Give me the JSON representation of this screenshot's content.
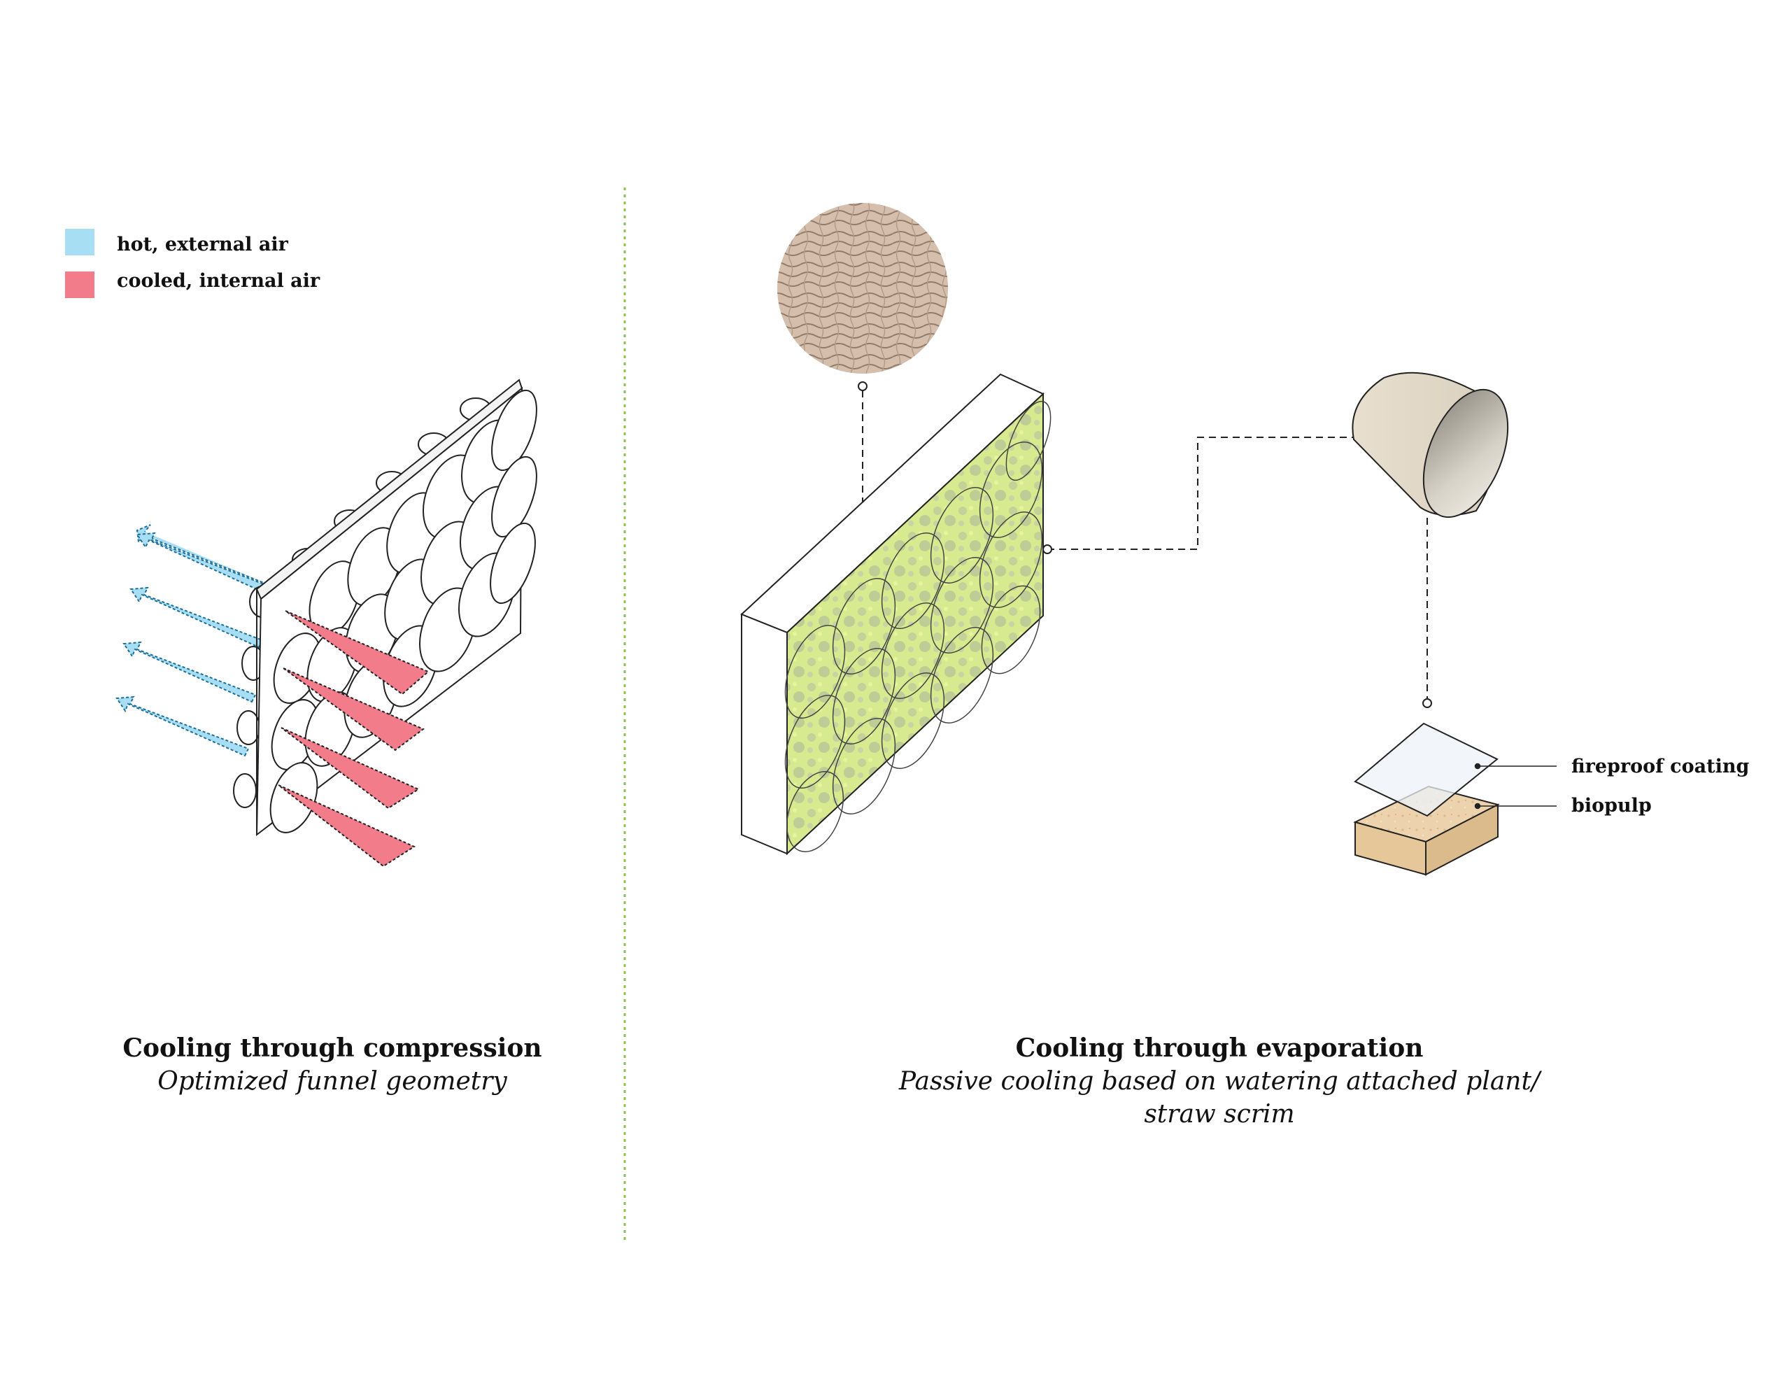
{
  "legend": {
    "items": [
      {
        "label": "hot, external air",
        "color": "#a8def3"
      },
      {
        "label": "cooled, internal air",
        "color": "#f27c8a"
      }
    ]
  },
  "left_caption": {
    "title": "Cooling through compression",
    "subtitle": "Optimized funnel geometry"
  },
  "right_caption": {
    "title": "Cooling through evaporation",
    "subtitle_line1": "Passive cooling based on watering attached plant/",
    "subtitle_line2": "straw scrim"
  },
  "callouts": {
    "coating": "fireproof coating",
    "pulp": "biopulp"
  },
  "colors": {
    "divider": "#8bc34a",
    "scrim_green": "#d6e98a",
    "pulp": "#ecd3ae",
    "cone": "#e4dccd",
    "straw": "#c9ad95"
  }
}
